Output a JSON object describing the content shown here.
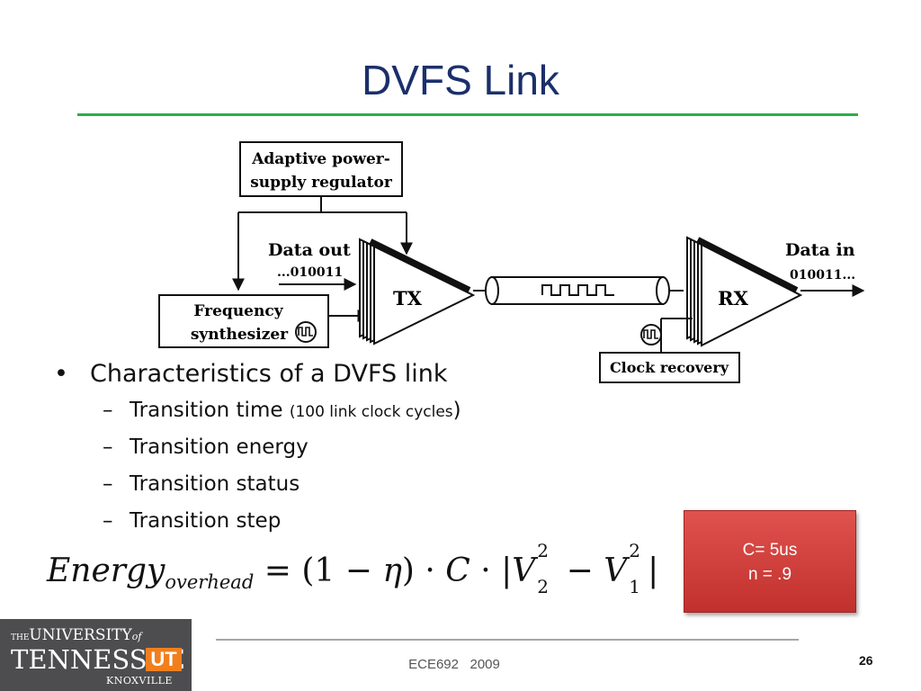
{
  "slide": {
    "title": "DVFS Link",
    "page_number": "26",
    "footer": "ECE692   2009"
  },
  "diagram": {
    "regulator_line1": "Adaptive power-",
    "regulator_line2": "supply regulator",
    "synth_line1": "Frequency",
    "synth_line2": "synthesizer",
    "data_out_label": "Data out",
    "data_out_bits": "...010011",
    "tx_label": "TX",
    "rx_label": "RX",
    "data_in_label": "Data in",
    "data_in_bits": "010011...",
    "clock_recovery": "Clock recovery"
  },
  "bullets": {
    "main": "Characteristics of a DVFS link",
    "sub1_text": "Transition time",
    "sub1_note": "(100 link clock cycles",
    "sub1_close": ")",
    "sub2": "Transition energy",
    "sub3": "Transition status",
    "sub4": "Transition step"
  },
  "formula": {
    "lhs": "Energy",
    "lhs_sub": "overhead",
    "eq": " = (1 − ",
    "eta": "η",
    "mid": ") · ",
    "c": "C",
    "dot_abs": " · |",
    "v": "V",
    "minus": " − ",
    "v_b": "V",
    "close": "|",
    "sup2": "2",
    "sub2": "2",
    "sup1": "2",
    "sub1": "1"
  },
  "callout": {
    "line1": "C= 5us",
    "line2": "n = .9"
  },
  "logo": {
    "the": "THE",
    "university": "UNIVERSITY",
    "of": "of",
    "tennessee": "TENNESSEE",
    "ut": "UT",
    "knoxville": "KNOXVILLE"
  },
  "colors": {
    "title": "#1b2f6b",
    "title_rule": "#2cae4a",
    "callout": "#d0403c",
    "logo_bg": "#4d4d4f",
    "logo_accent": "#f07f1e"
  }
}
